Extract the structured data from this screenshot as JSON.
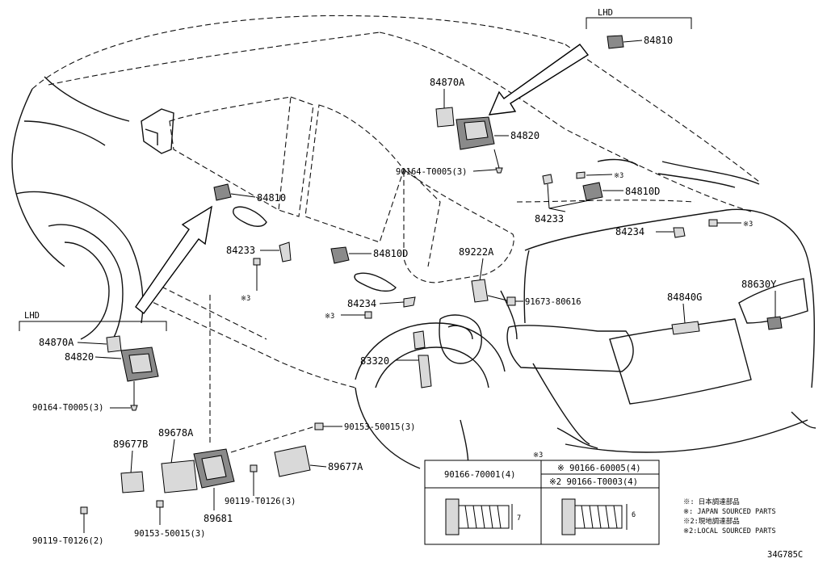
{
  "labels": {
    "lhd_top": "LHD",
    "lhd_left": "LHD",
    "p84810_top": "84810",
    "p84870A_top": "84870A",
    "p84820_top": "84820",
    "p90164_top": "90164-T0005(3)",
    "p84810_mid": "84810",
    "p84810D_right": "84810D",
    "p84233_right": "84233",
    "p84234_right": "84234",
    "p84810D_mid": "84810D",
    "p84233_mid": "84233",
    "p89222A": "89222A",
    "p91673": "91673-80616",
    "p84234_mid": "84234",
    "p84840G": "84840G",
    "p88630Y": "88630Y",
    "p83320": "83320",
    "p84870A_left": "84870A",
    "p84820_left": "84820",
    "p90164_left": "90164-T0005(3)",
    "p89678A": "89678A",
    "p89677B": "89677B",
    "p90153_mid": "90153-50015(3)",
    "p89677A": "89677A",
    "p90119_mid": "90119-T0126(3)",
    "p89681": "89681",
    "p90119_bottom": "90119-T0126(2)",
    "p90153_bottom": "90153-50015(3)",
    "mark_top": "※3",
    "mark_right": "※3",
    "mark_mid": "※3",
    "mark_left": "※3",
    "table_mark": "※3",
    "diagram_code": "34G785C"
  },
  "table": {
    "col1": "90166-70001(4)",
    "col2a": "※ 90166-60005(4)",
    "col2b": "※2 90166-T0003(4)",
    "dim1": "7",
    "dim2": "6"
  },
  "legend": {
    "line1": "※: 日本調達部品",
    "line2": "※: JAPAN SOURCED PARTS",
    "line3": "※2:現地調達部品",
    "line4": "※2:LOCAL SOURCED PARTS"
  }
}
